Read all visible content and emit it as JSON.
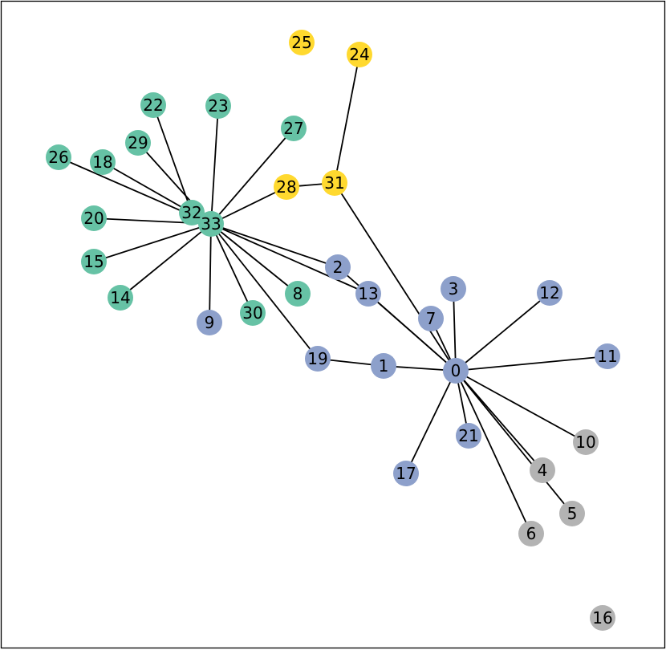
{
  "colors": {
    "frame": "#000000",
    "edge": "#000000",
    "groups": {
      "blue": "#8da0cb",
      "green": "#66c2a5",
      "yellow": "#ffd92f",
      "gray": "#b3b3b3"
    }
  },
  "nodes": [
    {
      "id": "0",
      "label": "0",
      "group": "blue"
    },
    {
      "id": "1",
      "label": "1",
      "group": "blue"
    },
    {
      "id": "2",
      "label": "2",
      "group": "blue"
    },
    {
      "id": "3",
      "label": "3",
      "group": "blue"
    },
    {
      "id": "4",
      "label": "4",
      "group": "gray"
    },
    {
      "id": "5",
      "label": "5",
      "group": "gray"
    },
    {
      "id": "6",
      "label": "6",
      "group": "gray"
    },
    {
      "id": "7",
      "label": "7",
      "group": "blue"
    },
    {
      "id": "8",
      "label": "8",
      "group": "green"
    },
    {
      "id": "9",
      "label": "9",
      "group": "blue"
    },
    {
      "id": "10",
      "label": "10",
      "group": "gray"
    },
    {
      "id": "11",
      "label": "11",
      "group": "blue"
    },
    {
      "id": "12",
      "label": "12",
      "group": "blue"
    },
    {
      "id": "13",
      "label": "13",
      "group": "blue"
    },
    {
      "id": "14",
      "label": "14",
      "group": "green"
    },
    {
      "id": "15",
      "label": "15",
      "group": "green"
    },
    {
      "id": "16",
      "label": "16",
      "group": "gray"
    },
    {
      "id": "17",
      "label": "17",
      "group": "blue"
    },
    {
      "id": "18",
      "label": "18",
      "group": "green"
    },
    {
      "id": "19",
      "label": "19",
      "group": "blue"
    },
    {
      "id": "20",
      "label": "20",
      "group": "green"
    },
    {
      "id": "21",
      "label": "21",
      "group": "blue"
    },
    {
      "id": "22",
      "label": "22",
      "group": "green"
    },
    {
      "id": "23",
      "label": "23",
      "group": "green"
    },
    {
      "id": "24",
      "label": "24",
      "group": "yellow"
    },
    {
      "id": "25",
      "label": "25",
      "group": "yellow"
    },
    {
      "id": "26",
      "label": "26",
      "group": "green"
    },
    {
      "id": "27",
      "label": "27",
      "group": "green"
    },
    {
      "id": "28",
      "label": "28",
      "group": "yellow"
    },
    {
      "id": "29",
      "label": "29",
      "group": "green"
    },
    {
      "id": "30",
      "label": "30",
      "group": "green"
    },
    {
      "id": "31",
      "label": "31",
      "group": "yellow"
    },
    {
      "id": "32",
      "label": "32",
      "group": "green"
    },
    {
      "id": "33",
      "label": "33",
      "group": "green"
    }
  ],
  "edges": [
    [
      "0",
      "1"
    ],
    [
      "0",
      "2"
    ],
    [
      "0",
      "3"
    ],
    [
      "0",
      "4"
    ],
    [
      "0",
      "5"
    ],
    [
      "0",
      "6"
    ],
    [
      "0",
      "7"
    ],
    [
      "0",
      "10"
    ],
    [
      "0",
      "11"
    ],
    [
      "0",
      "12"
    ],
    [
      "0",
      "13"
    ],
    [
      "0",
      "17"
    ],
    [
      "0",
      "21"
    ],
    [
      "0",
      "31"
    ],
    [
      "1",
      "19"
    ],
    [
      "2",
      "33"
    ],
    [
      "13",
      "33"
    ],
    [
      "19",
      "33"
    ],
    [
      "8",
      "33"
    ],
    [
      "9",
      "33"
    ],
    [
      "14",
      "33"
    ],
    [
      "15",
      "33"
    ],
    [
      "20",
      "33"
    ],
    [
      "23",
      "33"
    ],
    [
      "26",
      "33"
    ],
    [
      "27",
      "33"
    ],
    [
      "28",
      "33"
    ],
    [
      "30",
      "33"
    ],
    [
      "32",
      "33"
    ],
    [
      "18",
      "33"
    ],
    [
      "29",
      "33"
    ],
    [
      "22",
      "32"
    ],
    [
      "24",
      "31"
    ],
    [
      "28",
      "31"
    ]
  ]
}
